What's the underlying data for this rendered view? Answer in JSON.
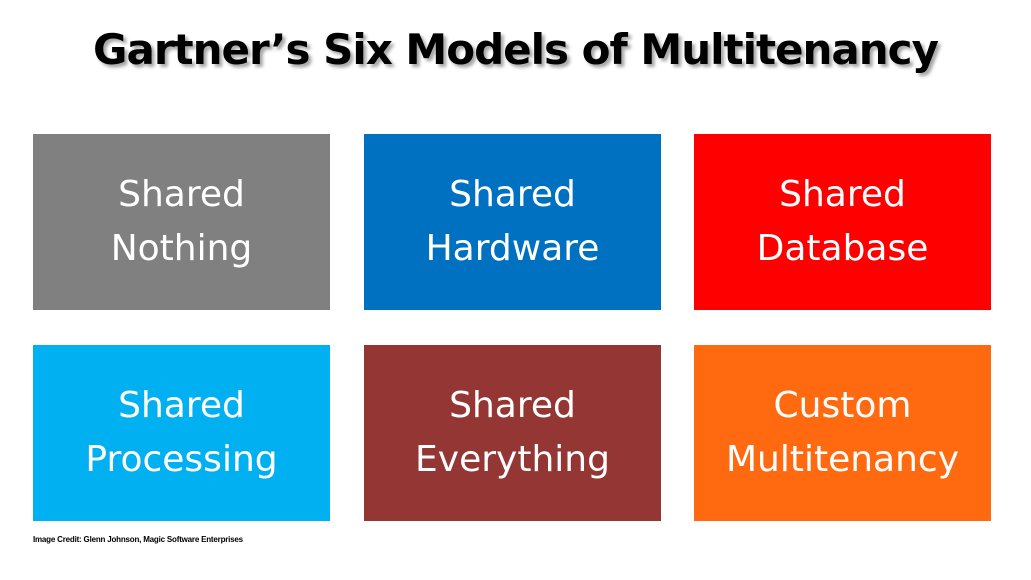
{
  "title": "Gartner’s Six Models of Multitenancy",
  "tiles": [
    {
      "line1": "Shared",
      "line2": "Nothing",
      "color": "#808080"
    },
    {
      "line1": "Shared",
      "line2": "Hardware",
      "color": "#0070C0"
    },
    {
      "line1": "Shared",
      "line2": "Database",
      "color": "#FF0000"
    },
    {
      "line1": "Shared",
      "line2": "Processing",
      "color": "#00B0F0"
    },
    {
      "line1": "Shared",
      "line2": "Everything",
      "color": "#943634"
    },
    {
      "line1": "Custom",
      "line2": "Multitenancy",
      "color": "#FF6A10"
    }
  ],
  "credit": "Image Credit: Glenn Johnson, Magic Software Enterprises"
}
